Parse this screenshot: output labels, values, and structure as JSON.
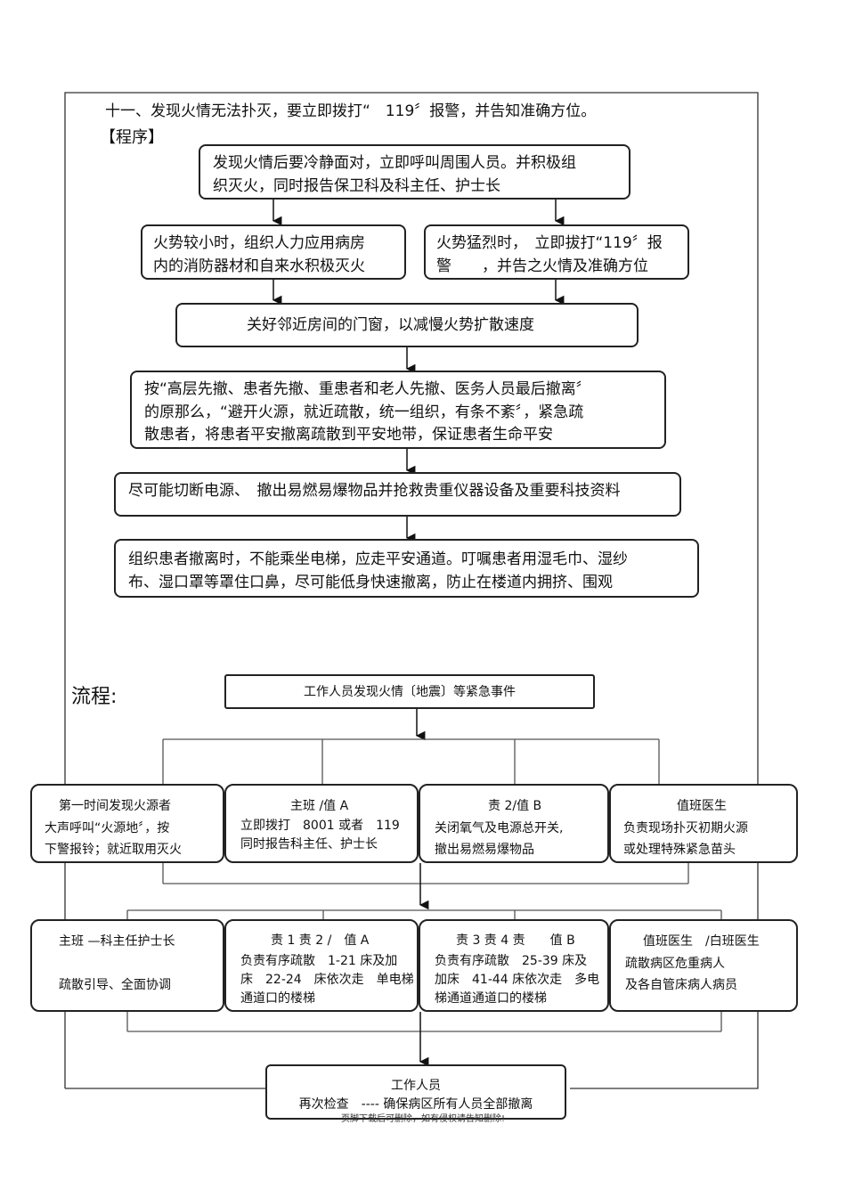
{
  "heading": "十一、发现火情无法扑灭，要立即拨打“　119〞报警，并告知准确方位。",
  "section_program": "【程序】",
  "program_steps": {
    "s1": [
      "发现火情后要冷静面对，立即呼叫周围人员。并积极组",
      "织灭火，同时报告保卫科及科主任、护士长"
    ],
    "s2a": [
      "火势较小时，组织人力应用病房",
      "内的消防器材和自来水积极灭火"
    ],
    "s2b": [
      "火势猛烈时，　立即拔打“119〞报",
      "警　　，并告之火情及准确方位"
    ],
    "s3": [
      "关好邻近房间的门窗，以减慢火势扩散速度"
    ],
    "s4": [
      "按“高层先撤、患者先撤、重患者和老人先撤、医务人员最后撤离〞",
      "的原那么，“避开火源，就近疏散，统一组织，有条不紊〞，紧急疏",
      "散患者，将患者平安撤离疏散到平安地带，保证患者生命平安"
    ],
    "s5": [
      "尽可能切断电源、　撤出易燃易爆物品并抢救贵重仪器设备及重要科技资料"
    ],
    "s6": [
      "组织患者撤离时，不能乘坐电梯，应走平安通道。叮嘱患者用湿毛巾、湿纱",
      "布、湿口罩等罩住口鼻，尽可能低身快速撤离，防止在楼道内拥挤、围观"
    ]
  },
  "section_flow": "流程:",
  "flow": {
    "top": "工作人员发现火情〔地震〕等紧急事件",
    "row1": [
      {
        "lines": [
          "第一时间发现火源者",
          "大声呼叫“火源地〞，按",
          "下警报铃；就近取用灭火"
        ]
      },
      {
        "lines": [
          "主班 /值 A",
          "立即拨打　8001 或者　119",
          "同时报告科主任、护士长"
        ]
      },
      {
        "lines": [
          "责 2/值 B",
          "关闭氧气及电源总开关,",
          "撤出易燃易爆物品"
        ]
      },
      {
        "lines": [
          "值班医生",
          "负责现场扑灭初期火源",
          "或处理特殊紧急苗头"
        ]
      }
    ],
    "row2": [
      {
        "lines": [
          "主班 —科主任护士长",
          "",
          "疏散引导、全面协调"
        ]
      },
      {
        "lines": [
          "责 1 责 2 /　值 A",
          "负责有序疏散　1-21 床及加",
          "床　22-24　床依次走　单电梯",
          "通道口的楼梯"
        ]
      },
      {
        "lines": [
          "责 3 责 4 责　　值 B",
          "负责有序疏散　25-39 床及",
          "加床　41-44 床依次走　多电",
          "梯通道通道口的楼梯"
        ]
      },
      {
        "lines": [
          "值班医生　/白班医生",
          "疏散病区危重病人",
          "及各自管床病人病员"
        ]
      }
    ],
    "bottom": [
      "工作人员",
      "再次检查　---- 确保病区所有人员全部撤离"
    ]
  },
  "footer": "页脚下载后可删除，如有侵权请告知删除!"
}
